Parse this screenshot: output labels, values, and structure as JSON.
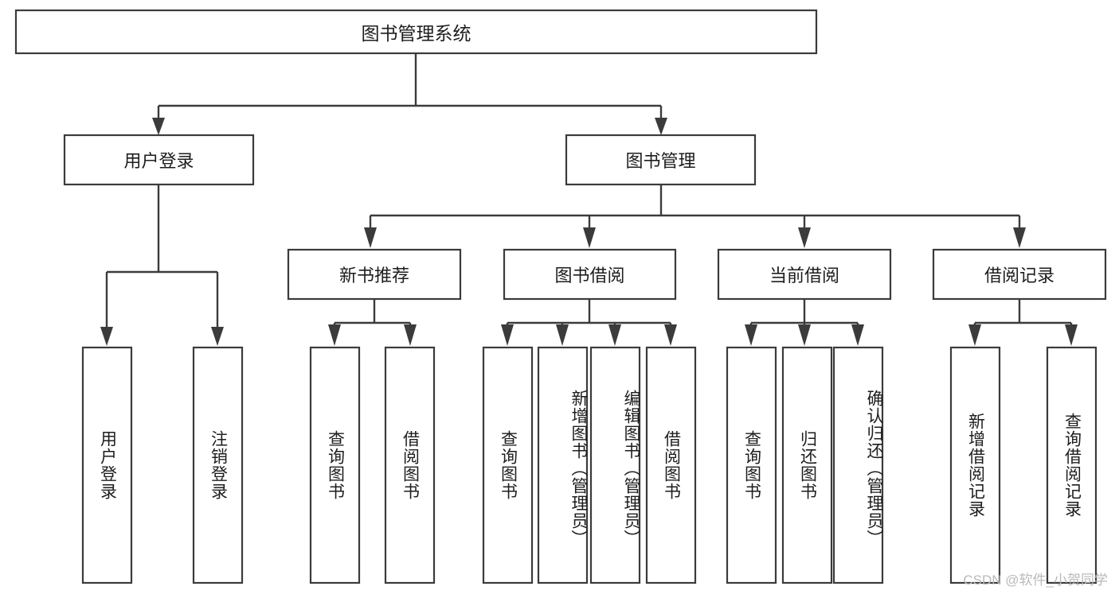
{
  "diagram": {
    "type": "hierarchy-tree",
    "title_node": {
      "label": "图书管理系统",
      "orientation": "horizontal"
    },
    "level2": [
      {
        "label": "用户登录",
        "orientation": "horizontal"
      },
      {
        "label": "图书管理",
        "orientation": "horizontal"
      }
    ],
    "level3": [
      {
        "label": "新书推荐",
        "orientation": "horizontal"
      },
      {
        "label": "图书借阅",
        "orientation": "horizontal"
      },
      {
        "label": "当前借阅",
        "orientation": "horizontal"
      },
      {
        "label": "借阅记录",
        "orientation": "horizontal"
      }
    ],
    "leaves": {
      "user_login": [
        {
          "label": "用户登录",
          "orientation": "vertical"
        },
        {
          "label": "注销登录",
          "orientation": "vertical"
        }
      ],
      "new_book_recommend": [
        {
          "label": "查询图书",
          "orientation": "vertical"
        },
        {
          "label": "借阅图书",
          "orientation": "vertical"
        }
      ],
      "book_borrow": [
        {
          "label": "查询图书",
          "orientation": "vertical"
        },
        {
          "label": "新增图书（管理员）",
          "orientation": "vertical"
        },
        {
          "label": "编辑图书（管理员）",
          "orientation": "vertical"
        },
        {
          "label": "借阅图书",
          "orientation": "vertical"
        }
      ],
      "current_borrow": [
        {
          "label": "查询图书",
          "orientation": "vertical"
        },
        {
          "label": "归还图书",
          "orientation": "vertical"
        },
        {
          "label": "确认归还（管理员）",
          "orientation": "vertical"
        }
      ],
      "borrow_records": [
        {
          "label": "新增借阅记录",
          "orientation": "vertical"
        },
        {
          "label": "查询借阅记录",
          "orientation": "vertical"
        }
      ]
    },
    "watermark": "CSDN @软件_小贺同学",
    "colors": {
      "background": "#ffffff",
      "box_fill": "#ffffff",
      "stroke": "#3b3b3b",
      "text": "#1d1d1d",
      "watermark": "#b9b9b9"
    }
  }
}
